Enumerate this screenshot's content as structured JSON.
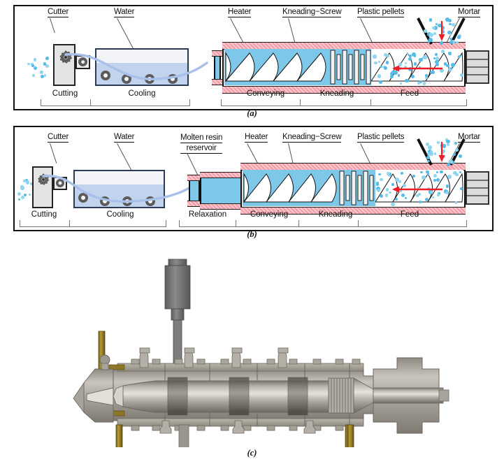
{
  "figure": {
    "title": "Twin-screw extruder process schematic",
    "captions": {
      "a": "(a)",
      "b": "(b)",
      "c": "(c)"
    }
  },
  "panel_a": {
    "name": "process-without-relaxation",
    "callouts": [
      {
        "id": "cutter",
        "text": "Cutter"
      },
      {
        "id": "water",
        "text": "Water"
      },
      {
        "id": "heater",
        "text": "Heater"
      },
      {
        "id": "kneading-screw",
        "text": "Kneading−Screw"
      },
      {
        "id": "plastic-pellets",
        "text": "Plastic pellets"
      },
      {
        "id": "mortar",
        "text": "Mortar"
      }
    ],
    "stages_left": [
      "Cutting",
      "Cooling"
    ],
    "stages_right": [
      "Conveying",
      "Kneading",
      "Feed"
    ]
  },
  "panel_b": {
    "name": "process-with-relaxation",
    "callouts": [
      {
        "id": "cutter",
        "text": "Cutter"
      },
      {
        "id": "water",
        "text": "Water"
      },
      {
        "id": "molten-resin-reservoir",
        "line1": "Molten resin",
        "line2": "reservoir"
      },
      {
        "id": "heater",
        "text": "Heater"
      },
      {
        "id": "kneading-screw",
        "text": "Kneading−Screw"
      },
      {
        "id": "plastic-pellets",
        "text": "Plastic pellets"
      },
      {
        "id": "mortar",
        "text": "Mortar"
      }
    ],
    "stages_left": [
      "Cutting",
      "Cooling"
    ],
    "stages_right": [
      "Relaxation",
      "Conveying",
      "Kneading",
      "Feed"
    ]
  },
  "panel_c": {
    "name": "extruder-cad-cross-section",
    "description": "CAD cross-section rendering of the twin-screw extruder barrel"
  },
  "colors": {
    "heater_band": "#f49aa4",
    "molten_resin": "#7dc8e8",
    "pellet": "#55bce8",
    "water": "#c2d3ee",
    "flow_arrow": "#ee1c25",
    "frame": "#111111",
    "mortar_body": "#dcdcdc",
    "cad_steel": "#a8a49b",
    "cad_brass": "#9b8330"
  }
}
